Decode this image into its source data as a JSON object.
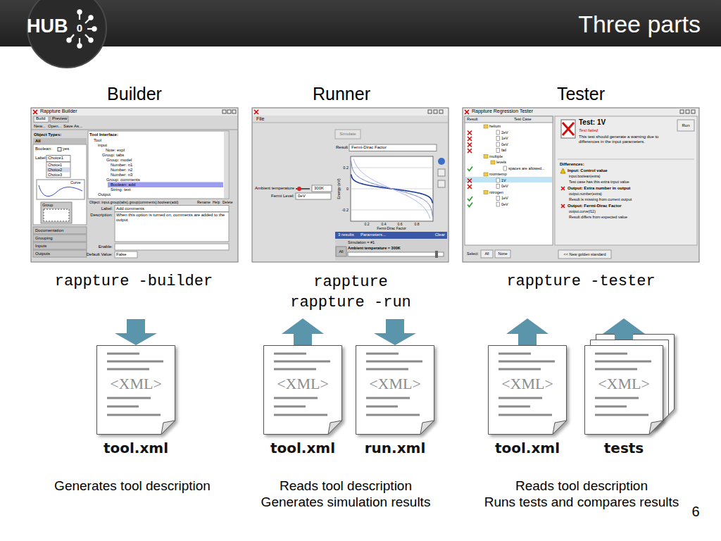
{
  "diagram": {
    "title": "Three parts",
    "nodes": [
      {
        "text": [
          "<XML>",
          "tool.xml"
        ]
      },
      {
        "text": [
          "<XML>",
          "tool.xml"
        ]
      },
      {
        "text": [
          "<XML>",
          "run.xml"
        ]
      },
      {
        "text": [
          "<XML>",
          "tool.xml"
        ]
      },
      {
        "text": [
          "<XML>",
          "tests"
        ]
      }
    ],
    "labels": [
      "HUB",
      "0",
      "Builder",
      "Runner",
      "Tester",
      "rappture -builder",
      "rappture rappture -run",
      "rappture -tester",
      "Generates tool description",
      "Reads tool description Generates simulation results",
      "Reads tool description Runs tests and compares results",
      "6",
      "Rappture Builder",
      "Build",
      "Preview",
      "New...",
      "Open...",
      "Save As...",
      "Object Types:",
      "All",
      "Boolean:",
      "yes",
      "Label:",
      "Choice1",
      "Choice1",
      "Choice2",
      "Choice3",
      "Curve",
      "Group",
      "Documentation",
      "Grouping",
      "Inputs",
      "Outputs",
      "Tool Interface:",
      "Tool",
      "input",
      "Note: expl",
      "Group: tabs",
      "Group: model",
      "Number: n1",
      "Number: n2",
      "Number: n3",
      "Group: comments",
      "Boolean: add",
      "String: text",
      "Output",
      "Object: input.group(tabs).group(comments).boolean(add)",
      "Rename",
      "Help",
      "Delete",
      "Label:",
      "Add comments",
      "Description:",
      "When this option is turned on, comments are added to the output",
      "Enable:",
      "Default Value:",
      "False",
      "File",
      "Simulate",
      "Result",
      "Fermi-Dirac Factor",
      "Ambient temperature",
      "300K",
      "Fermi Level:",
      "0eV",
      "Energy (eV)",
      "0.2",
      "0",
      "-0.2",
      "0.2",
      "0.4",
      "0.6",
      "0.8",
      "Fermi-Dirac Factor",
      "3 results",
      "Parameters...",
      "Clear",
      "Simulation = #1",
      "Ambient temperature = 300K",
      "All",
      "Rappture Regression Tester",
      "Result",
      "Test Case",
      "helium",
      "2eV",
      "1eV",
      "0eV",
      "fail",
      "multiple",
      "levels",
      "spaces are allowed...",
      "roomtemp",
      "1V",
      "0eV",
      "nitrogen",
      "1eV",
      "0eV",
      "Test: 1V",
      "Test failed",
      "This test should generate a warning due to differences in the input parameters.",
      "Run",
      "Differences:",
      "Input: Control value",
      "input.boolean(extra)",
      "Test case has this extra input value",
      "Output: Extra number in output",
      "output.number(extra)",
      "Result is missing from current output",
      "Output: Fermi-Dirac Factor",
      "output.curve(f12)",
      "Result differs from expected value",
      "Select:",
      "All",
      "None",
      "<< New golden standard"
    ]
  }
}
